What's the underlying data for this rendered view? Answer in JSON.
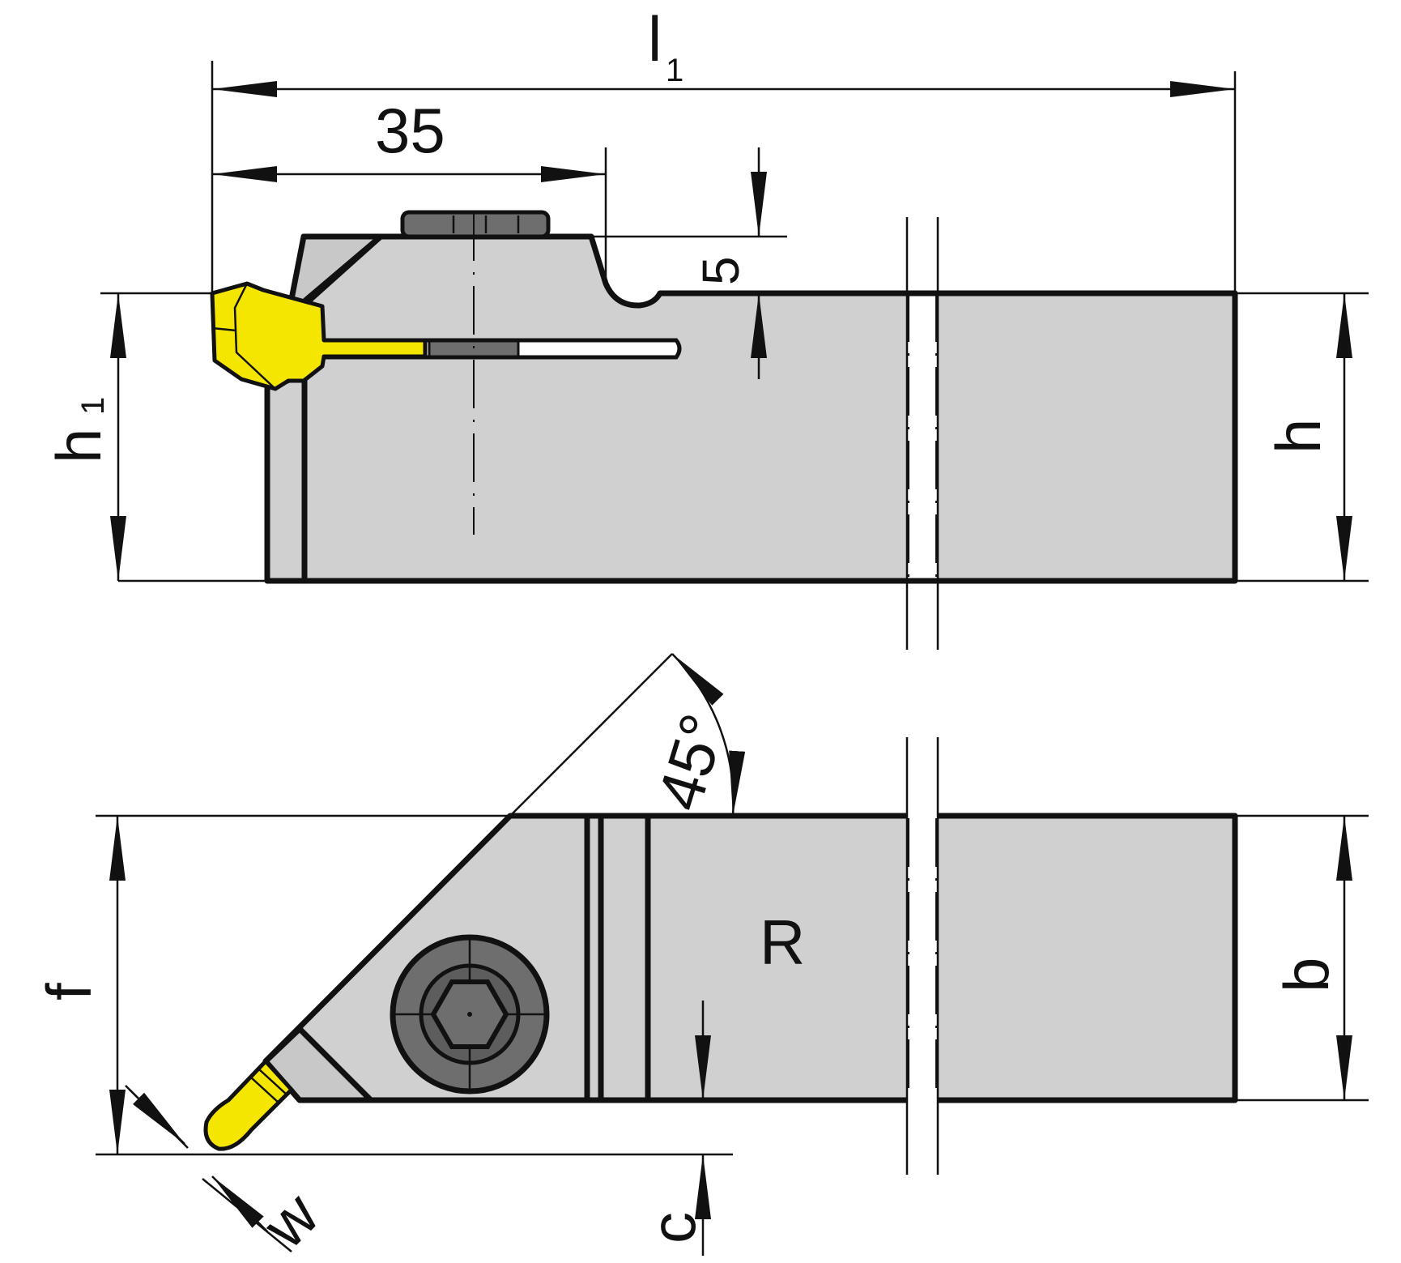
{
  "colors": {
    "body": "#d0d0d0",
    "insert": "#f5e600",
    "screw": "#6e6e6e",
    "outline": "#111111"
  },
  "labels": {
    "l1_main": "l",
    "l1_sub": "1",
    "dim_35": "35",
    "dim_5": "5",
    "h1_main": "h",
    "h1_sub": "1",
    "h": "h",
    "angle": "45°",
    "hand": "R",
    "f": "f",
    "b": "b",
    "w": "w",
    "c": "c"
  }
}
